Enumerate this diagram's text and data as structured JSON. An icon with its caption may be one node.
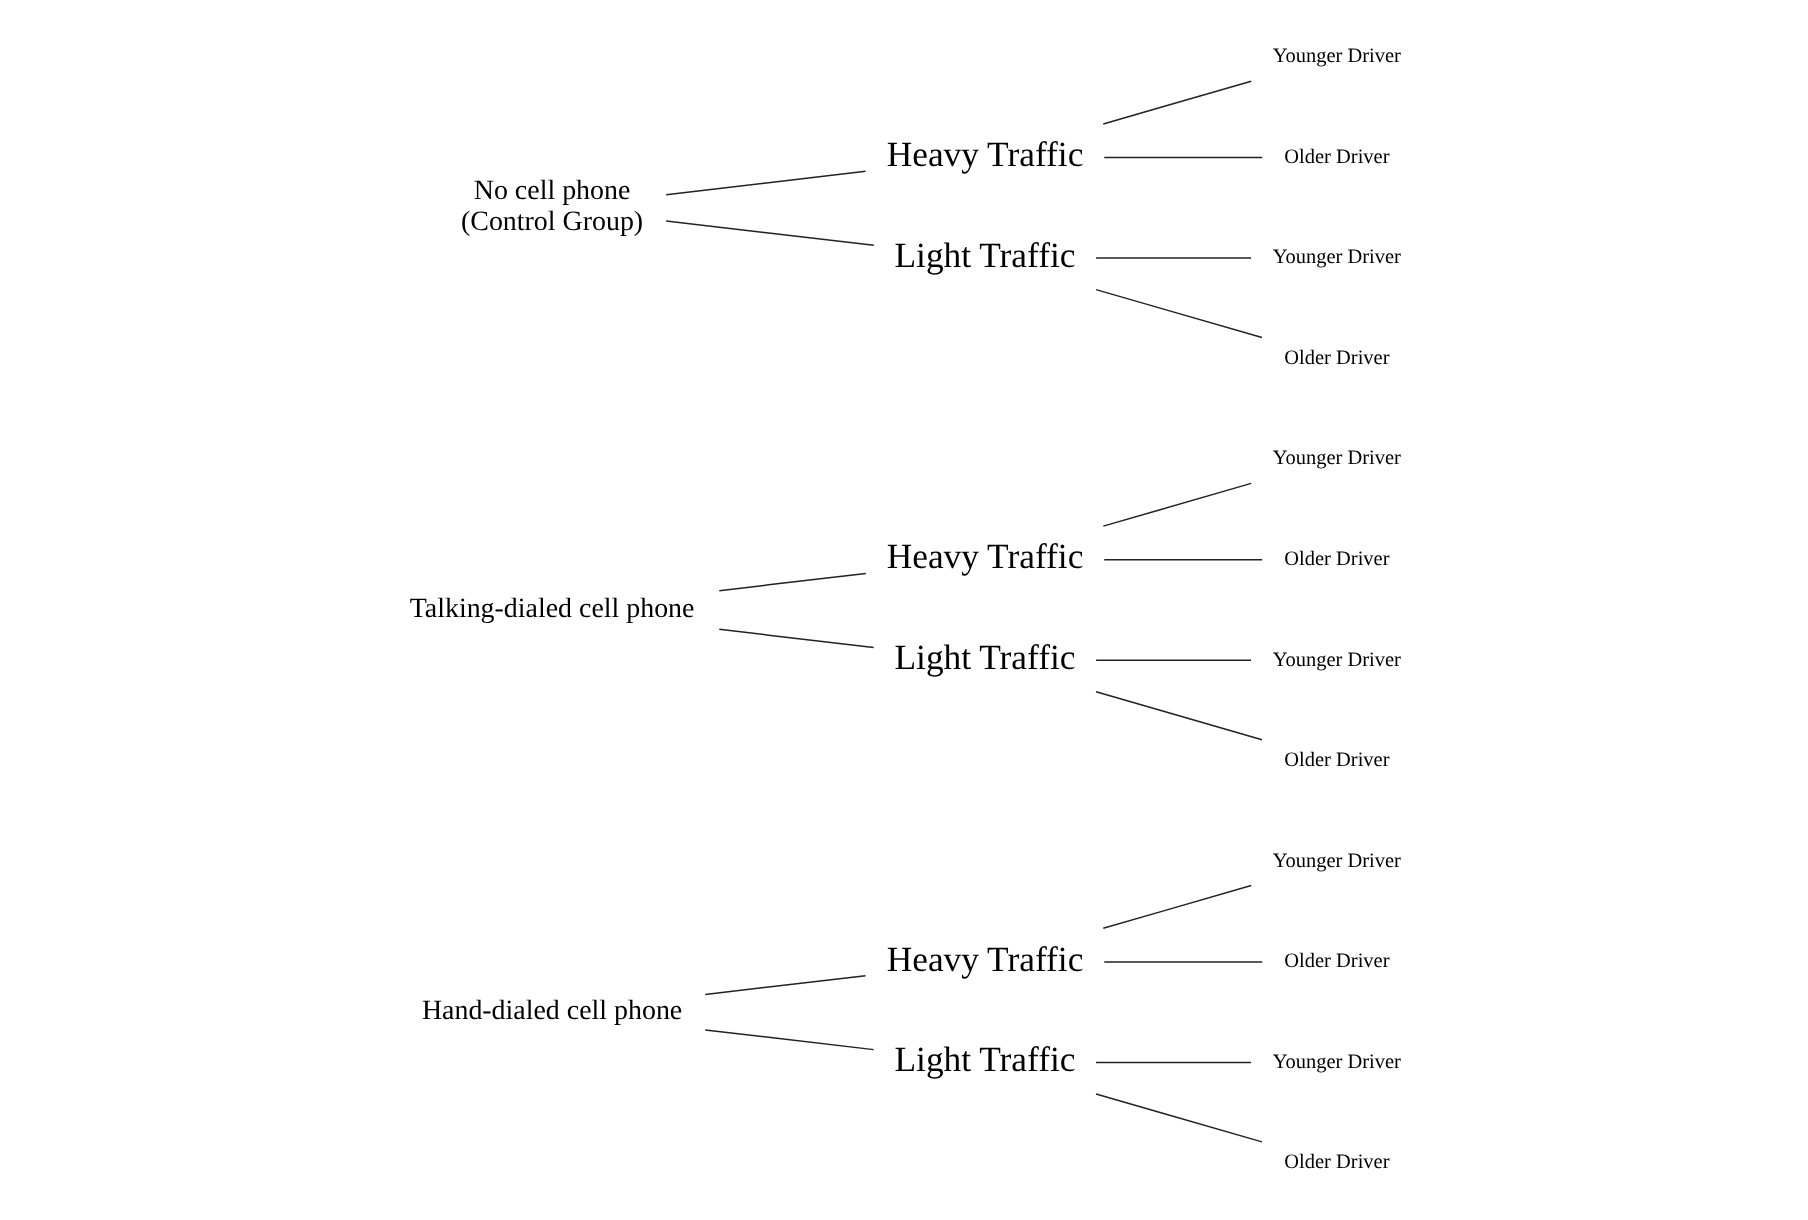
{
  "diagram": {
    "nodes": [
      {
        "text": [
          "Hand-dialed cell phone"
        ]
      },
      {
        "text": [
          "Heavy Traffic"
        ]
      },
      {
        "text": [
          "Younger Driver"
        ]
      },
      {
        "text": [
          "Older Driver"
        ]
      },
      {
        "text": [
          "Light Traffic"
        ]
      },
      {
        "text": [
          "Younger Driver"
        ]
      },
      {
        "text": [
          "Older Driver"
        ]
      },
      {
        "text": [
          "Talking-dialed cell phone"
        ]
      },
      {
        "text": [
          "Heavy Traffic"
        ]
      },
      {
        "text": [
          "Younger Driver"
        ]
      },
      {
        "text": [
          "Older Driver"
        ]
      },
      {
        "text": [
          "Light Traffic"
        ]
      },
      {
        "text": [
          "Younger Driver"
        ]
      },
      {
        "text": [
          "Older Driver"
        ]
      },
      {
        "text": [
          "No cell phone",
          "(Control Group)"
        ]
      },
      {
        "text": [
          "Heavy Traffic"
        ]
      },
      {
        "text": [
          "Younger Driver"
        ]
      },
      {
        "text": [
          "Older Driver"
        ]
      },
      {
        "text": [
          "Light Traffic"
        ]
      },
      {
        "text": [
          "Younger Driver"
        ]
      },
      {
        "text": [
          "Older Driver"
        ]
      }
    ],
    "edges": [
      {
        "from": 0,
        "to": 1,
        "arrow": "none"
      },
      {
        "from": 0,
        "to": 4,
        "arrow": "none"
      },
      {
        "from": 1,
        "to": 2,
        "arrow": "none"
      },
      {
        "from": 1,
        "to": 3,
        "arrow": "none"
      },
      {
        "from": 4,
        "to": 5,
        "arrow": "none"
      },
      {
        "from": 4,
        "to": 6,
        "arrow": "none"
      },
      {
        "from": 7,
        "to": 8,
        "arrow": "none"
      },
      {
        "from": 7,
        "to": 11,
        "arrow": "none"
      },
      {
        "from": 8,
        "to": 9,
        "arrow": "none"
      },
      {
        "from": 8,
        "to": 10,
        "arrow": "none"
      },
      {
        "from": 11,
        "to": 12,
        "arrow": "none"
      },
      {
        "from": 11,
        "to": 13,
        "arrow": "none"
      },
      {
        "from": 14,
        "to": 15,
        "arrow": "none"
      },
      {
        "from": 14,
        "to": 18,
        "arrow": "none"
      },
      {
        "from": 15,
        "to": 16,
        "arrow": "none"
      },
      {
        "from": 15,
        "to": 17,
        "arrow": "none"
      },
      {
        "from": 18,
        "to": 19,
        "arrow": "none"
      },
      {
        "from": 18,
        "to": 20,
        "arrow": "none"
      }
    ]
  }
}
